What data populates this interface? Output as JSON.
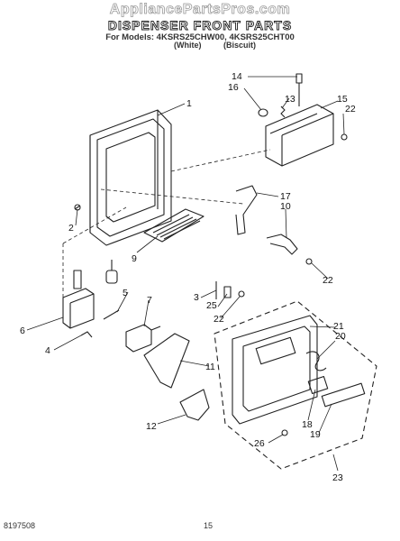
{
  "header": {
    "watermark": "AppliancePartsPros.com",
    "title": "DISPENSER FRONT PARTS",
    "models": "For Models: 4KSRS25CHW00, 4KSRS25CHT00",
    "color_white": "(White)",
    "color_biscuit": "(Biscuit)"
  },
  "callouts": [
    "1",
    "2",
    "3",
    "4",
    "5",
    "6",
    "7",
    "9",
    "10",
    "11",
    "12",
    "13",
    "14",
    "15",
    "16",
    "17",
    "18",
    "19",
    "20",
    "21",
    "22",
    "22",
    "22",
    "23",
    "25",
    "26"
  ],
  "footer": {
    "doc_number": "8197508",
    "page_number": "15"
  }
}
